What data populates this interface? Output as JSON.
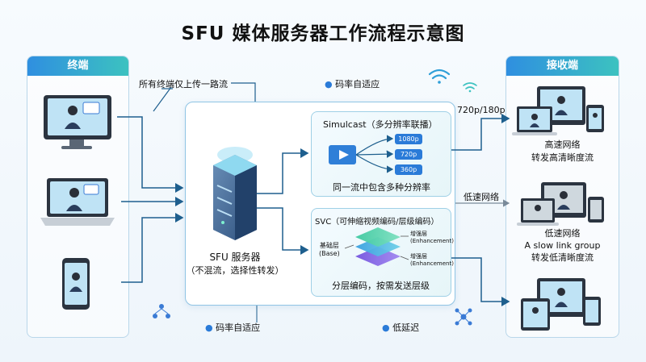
{
  "title": "SFU 媒体服务器工作流程示意图",
  "left_panel": {
    "header": "终端"
  },
  "right_panel": {
    "header": "接收端"
  },
  "labels": {
    "upload_note": "所有终端仅上传一路流",
    "bitrate_top": "码率自适应",
    "bitrate_bottom": "码率自适应",
    "low_latency": "低延迟",
    "res_720_180": "720p/180p",
    "low_speed": "低速网络"
  },
  "server": {
    "name": "SFU 服务器",
    "desc": "（不混流，选择性转发）"
  },
  "simulcast": {
    "title": "Simulcast（多分辨率联播）",
    "resolutions": [
      "1080p",
      "720p",
      "360p"
    ],
    "caption": "同一流中包含多种分辨率"
  },
  "svc": {
    "title": "SVC（可伸缩视频编码/层级编码）",
    "base_label_line1": "基础层",
    "base_label_line2": "(Base)",
    "enh1_line1": "增强层",
    "enh1_line2": "(Enhancement)",
    "enh2_line1": "增强层",
    "enh2_line2": "(Enhancement)",
    "caption": "分层编码，按需发送层级"
  },
  "receivers": {
    "high": {
      "line1": "高速网络",
      "line2": "转发高清晰度流"
    },
    "low": {
      "line1": "低速网络",
      "line2": "A slow link group",
      "line3": "转发低清晰度流"
    }
  },
  "colors": {
    "header_start": "#2f8fe0",
    "header_end": "#3cc2c0",
    "arrow": "#1e5f8e",
    "accent_blue": "#2a7bd8"
  },
  "icons": [
    "monitor-icon",
    "laptop-icon",
    "phone-icon",
    "server-icon",
    "wifi-icon",
    "play-icon",
    "layers-icon",
    "network-icon"
  ]
}
